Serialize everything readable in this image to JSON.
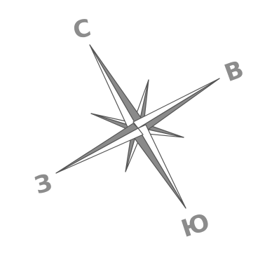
{
  "compass": {
    "labels": {
      "north": "С",
      "east": "В",
      "south": "Ю",
      "west": "З"
    },
    "colors": {
      "fill_dark": "#8a8a8a",
      "fill_light": "#ffffff",
      "stroke": "#555555",
      "label": "#8c8c8c"
    }
  }
}
